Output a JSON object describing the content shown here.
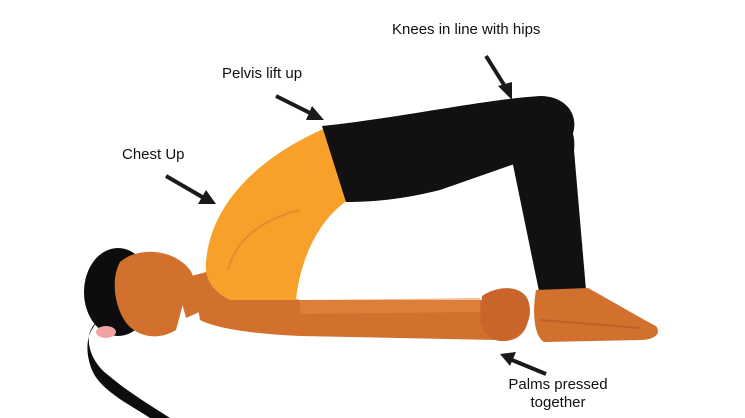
{
  "annotations": {
    "knees": "Knees in line with hips",
    "pelvis": "Pelvis lift up",
    "chest": "Chest Up",
    "palms": "Palms pressed together"
  },
  "colors": {
    "skin": "#d2702e",
    "skin_light": "#e58a47",
    "top": "#f7a12a",
    "leggings": "#111111",
    "hair": "#0d0d0d",
    "hair_tie": "#f0a3a3",
    "arrow": "#1a1a1a"
  }
}
